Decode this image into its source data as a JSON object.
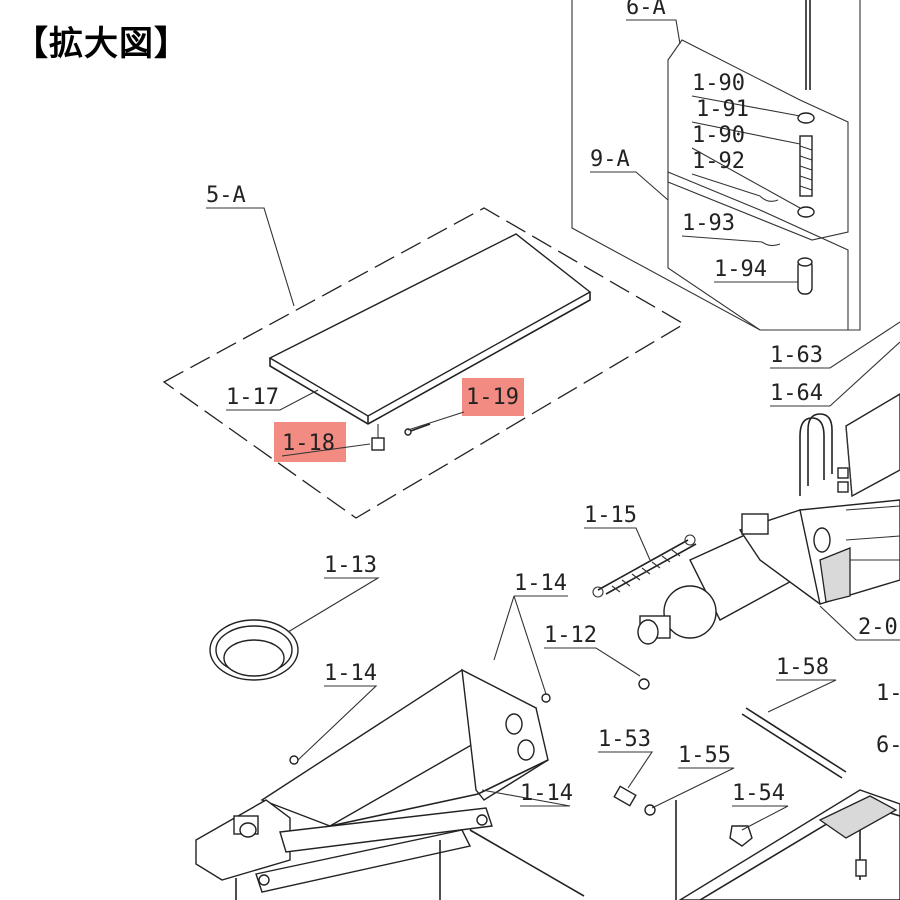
{
  "title": "【拡大図】",
  "highlight_color": "#f28b82",
  "groups": [
    "6-A",
    "9-A",
    "5-A"
  ],
  "labels": [
    "1-90",
    "1-91",
    "1-90",
    "1-92",
    "1-93",
    "1-94",
    "1-63",
    "1-64",
    "1-17",
    "1-18",
    "1-19",
    "1-15",
    "1-13",
    "1-14",
    "1-14",
    "1-14",
    "1-12",
    "2-0",
    "1-58",
    "1-53",
    "1-55",
    "1-54",
    "1-",
    "6-"
  ],
  "highlighted": [
    "1-18",
    "1-19"
  ]
}
